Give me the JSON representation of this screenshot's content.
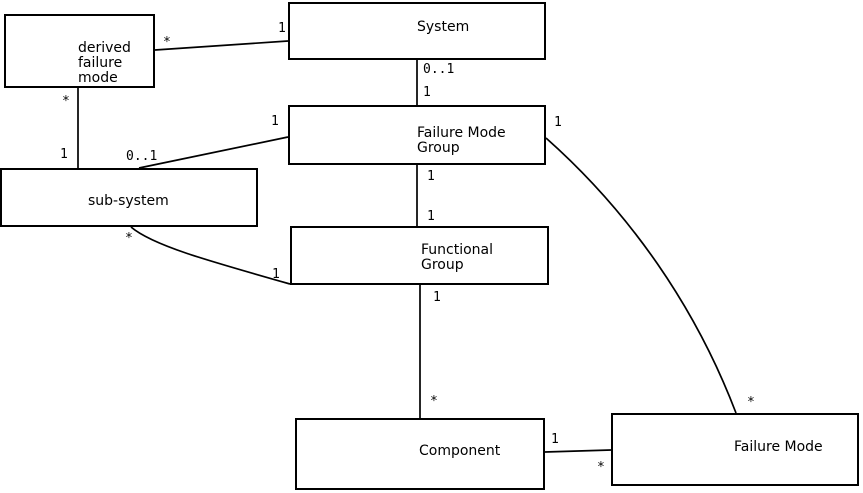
{
  "diagram": {
    "type": "uml-association-diagram",
    "background_color": "#ffffff",
    "line_color": "#000000",
    "text_color": "#000000",
    "nodes": [
      {
        "id": "derived-failure-mode",
        "label": "derived\nfailure\nmode"
      },
      {
        "id": "system",
        "label": "System"
      },
      {
        "id": "failure-mode-group",
        "label": "Failure Mode\nGroup"
      },
      {
        "id": "sub-system",
        "label": "sub-system"
      },
      {
        "id": "functional-group",
        "label": "Functional\nGroup"
      },
      {
        "id": "component",
        "label": "Component"
      },
      {
        "id": "failure-mode",
        "label": "Failure Mode"
      }
    ],
    "edges": [
      {
        "from": "derived-failure-mode",
        "to": "system",
        "from_mult": "*",
        "to_mult": "1"
      },
      {
        "from": "derived-failure-mode",
        "to": "sub-system",
        "from_mult": "*",
        "to_mult": "1"
      },
      {
        "from": "system",
        "to": "failure-mode-group",
        "from_mult": "0..1",
        "to_mult": "1"
      },
      {
        "from": "failure-mode-group",
        "to": "sub-system",
        "from_mult": "1",
        "to_mult": "0..1"
      },
      {
        "from": "failure-mode-group",
        "to": "functional-group",
        "from_mult": "1",
        "to_mult": "1"
      },
      {
        "from": "sub-system",
        "to": "functional-group",
        "from_mult": "*",
        "to_mult": "1"
      },
      {
        "from": "functional-group",
        "to": "component",
        "from_mult": "1",
        "to_mult": "*"
      },
      {
        "from": "component",
        "to": "failure-mode",
        "from_mult": "1",
        "to_mult": "*"
      },
      {
        "from": "failure-mode-group",
        "to": "failure-mode",
        "from_mult": "1",
        "to_mult": "*"
      }
    ]
  }
}
